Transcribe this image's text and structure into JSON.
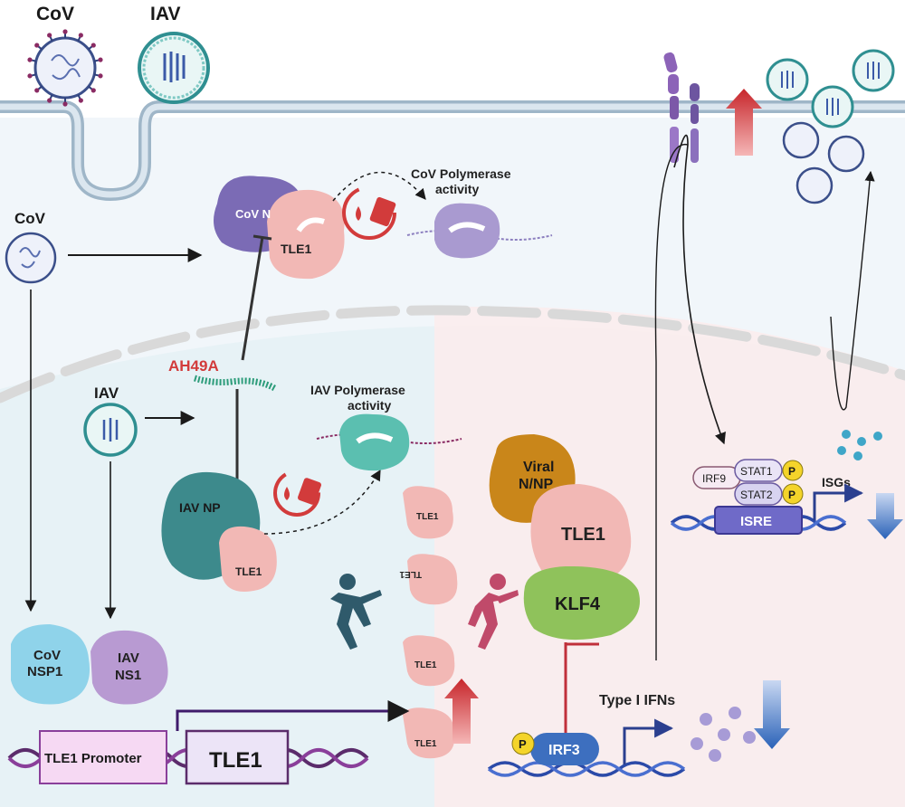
{
  "viruses": {
    "cov_top": "CoV",
    "iav_top": "IAV",
    "cov_side": "CoV",
    "iav_side": "IAV"
  },
  "labels": {
    "cov_n": "CoV N",
    "tle1_cov": "TLE1",
    "cov_poly_l1": "CoV Polymerase",
    "cov_poly_l2": "activity",
    "ah49a": "AH49A",
    "iav_poly_l1": "IAV Polymerase",
    "iav_poly_l2": "activity",
    "iav_np": "IAV NP",
    "tle1_iav": "TLE1",
    "cov_nsp1_l1": "CoV",
    "cov_nsp1_l2": "NSP1",
    "iav_ns1_l1": "IAV",
    "iav_ns1_l2": "NS1",
    "tle1_promoter": "TLE1 Promoter",
    "tle1_gene": "TLE1",
    "free_tle1_1": "TLE1",
    "free_tle1_2": "TLE1",
    "free_tle1_3": "TLE1",
    "free_tle1_4": "TLE1",
    "viral_l1": "Viral",
    "viral_l2": "N/NP",
    "tle1_big": "TLE1",
    "klf4": "KLF4",
    "type1_ifns": "Type I IFNs",
    "irf3": "IRF3",
    "p_irf3": "P",
    "irf9": "IRF9",
    "stat1": "STAT1",
    "stat2": "STAT2",
    "p_stat1": "P",
    "p_stat2": "P",
    "isgs": "ISGs",
    "isre": "ISRE"
  },
  "colors": {
    "cov_n": "#7b6bb5",
    "tle1": "#f2b8b5",
    "iav_np": "#3d8a8c",
    "iav_poly": "#5bbfb0",
    "cov_poly": "#a99ad0",
    "viral_np": "#c9861a",
    "klf4": "#8fc25b",
    "irf3": "#3d6fbf",
    "accent_red": "#d23b3b",
    "dna_blue": "#2b4aa8",
    "dna_purple": "#5b2c6b"
  }
}
